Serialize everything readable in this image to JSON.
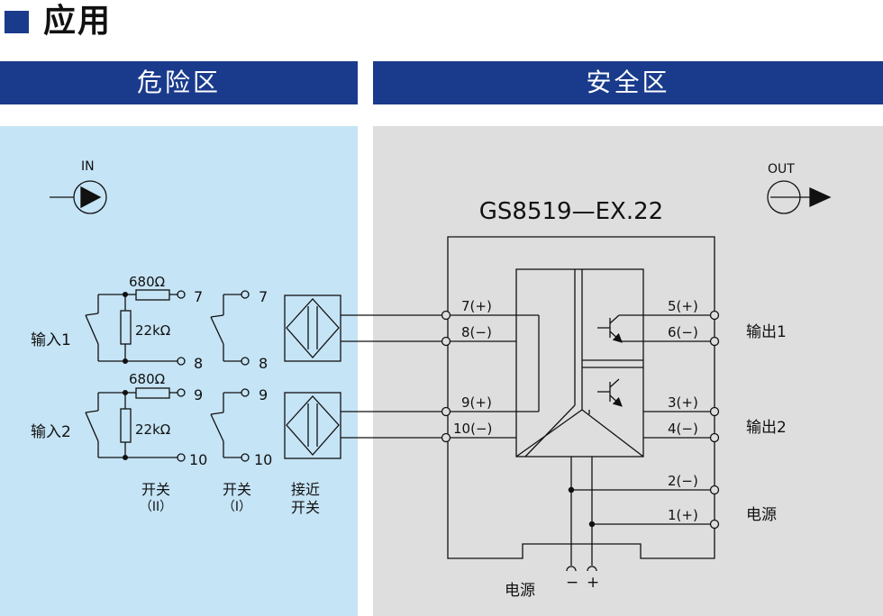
{
  "section": {
    "title": "应用"
  },
  "zones": {
    "hazardous": "危险区",
    "safe": "安全区"
  },
  "io": {
    "in": "IN",
    "out": "OUT"
  },
  "model": "GS8519—EX.22",
  "left_panel": {
    "resistor_top": "680Ω",
    "resistor_mid": "22kΩ",
    "input1": "输入1",
    "input2": "输入2",
    "t7": "7",
    "t8": "8",
    "t9": "9",
    "t10": "10",
    "switch_ii_a": "开关",
    "switch_ii_b": "（II）",
    "switch_i_a": "开关",
    "switch_i_b": "（I）",
    "prox_a": "接近",
    "prox_b": "开关"
  },
  "device_terminals": {
    "t7": "7(+)",
    "t8": "8(−)",
    "t9": "9(+)",
    "t10": "10(−)",
    "t5": "5(+)",
    "t6": "6(−)",
    "t3": "3(+)",
    "t4": "4(−)",
    "t2": "2(−)",
    "t1": "1(+)"
  },
  "outputs": {
    "out1": "输出1",
    "out2": "输出2",
    "power": "电源"
  },
  "bottom": {
    "power": "电源",
    "minus": "−",
    "plus": "+"
  }
}
